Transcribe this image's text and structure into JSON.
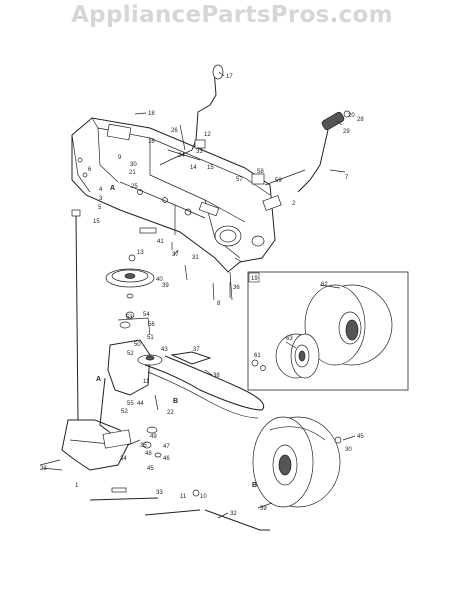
{
  "watermark": "AppliancePartsPros.com",
  "inset_label": "19",
  "callouts": {
    "p17": "17",
    "p18": "18",
    "p20": "20",
    "p26": "26",
    "p12a": "12",
    "p14a": "14",
    "p15a": "15",
    "p24": "24",
    "p33a": "33",
    "p16": "16",
    "p28": "28",
    "p29": "29",
    "p7": "7",
    "p9": "9",
    "p6": "6",
    "p30a": "30",
    "p21": "21",
    "p25": "25",
    "pA1": "A",
    "p4a": "4",
    "p3": "3",
    "p5": "5",
    "p15b": "15",
    "p57": "57",
    "p58": "58",
    "p59a": "59",
    "p2": "2",
    "p41": "41",
    "p37a": "37",
    "p31": "31",
    "p36": "36",
    "p8": "8",
    "p13": "13",
    "p39": "39",
    "p40": "40",
    "p62": "62",
    "p63": "63",
    "p61": "61",
    "p54": "54",
    "p53": "53",
    "p56": "56",
    "p51": "51",
    "p50": "50",
    "p52a": "52",
    "p43": "43",
    "p37b": "37",
    "p38": "38",
    "pA2": "A",
    "p11": "11",
    "p44": "44",
    "p55": "55",
    "p52b": "52",
    "pB1": "B",
    "p22": "22",
    "p49": "49",
    "p47": "47",
    "p48": "48",
    "p46": "46",
    "p45a": "45",
    "p35": "35",
    "p34": "34",
    "p23": "23",
    "p1": "1",
    "p33b": "33",
    "p11b": "11",
    "p10": "10",
    "p32": "32",
    "p45b": "45",
    "p30b": "30",
    "pB2": "B",
    "p59b": "59"
  }
}
